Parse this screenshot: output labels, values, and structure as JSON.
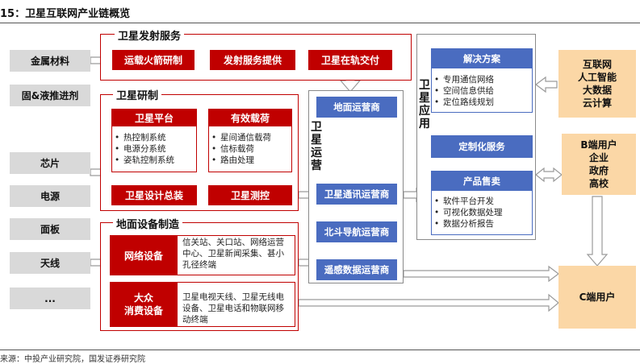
{
  "title": "15：卫星互联网产业链概览",
  "footer": "来源：中投产业研究院，国发证券研究院",
  "materials": [
    "金属材料",
    "固&液推进剂",
    "芯片",
    "电源",
    "面板",
    "天线",
    "..."
  ],
  "launch": {
    "title": "卫星发射服务",
    "items": [
      "运载火箭研制",
      "发射服务提供",
      "卫星在轨交付"
    ]
  },
  "satdev": {
    "title": "卫星研制",
    "platform": {
      "title": "卫星平台",
      "items": [
        "热控制系统",
        "电源分系统",
        "姿轨控制系统"
      ]
    },
    "payload": {
      "title": "有效载荷",
      "items": [
        "星间通信载荷",
        "信标载荷",
        "路由处理"
      ]
    },
    "assembly": "卫星设计总装",
    "tt": "卫星测控"
  },
  "ground": {
    "title": "地面设备制造",
    "network": {
      "title": "网络设备",
      "text": "信关站、关口站、网络运营中心、卫星新闻采集、甚小孔径终端"
    },
    "consumer": {
      "title": "大众\n消费设备",
      "text": "卫星电视天线、卫星无线电设备、卫星电话和物联网移动终端"
    }
  },
  "ops": {
    "title": "卫星运营",
    "items": [
      "地面运营商",
      "卫星通讯运营商",
      "北斗导航运营商",
      "遥感数据运营商"
    ]
  },
  "apps": {
    "title": "卫星应用",
    "solution": {
      "title": "解决方案",
      "items": [
        "专用通信网络",
        "空间信息供给",
        "定位路线规划"
      ]
    },
    "custom": "定制化服务",
    "product": {
      "title": "产品售卖",
      "items": [
        "软件平台开发",
        "可视化数据处理",
        "数据分析报告"
      ]
    }
  },
  "right": {
    "tech": "互联网\n人工智能\n大数据\n云计算",
    "bclient": "B端用户\n企业\n政府\n高校",
    "cclient": "C端用户"
  }
}
